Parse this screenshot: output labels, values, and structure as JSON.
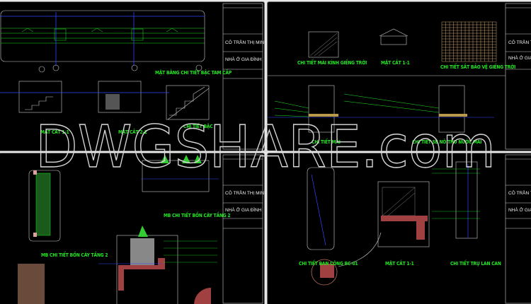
{
  "watermark": "DWGSHARE.com",
  "title_block": {
    "owner": "CÔ TRẦN THỊ MINH",
    "project": "NHÀ Ở GIA ĐÌNH"
  },
  "sheets": [
    {
      "labels": [
        "MẶT BẰNG CHI TIẾT BẬC TAM CẤP",
        "MẶT CẮT 1-1",
        "MẶT CẮT 2-2",
        "CHI TIẾT BẬC"
      ]
    },
    {
      "labels": [
        "CHI TIẾT MÁI KÍNH GIẾNG TRỜI",
        "MẶT CẮT 1-1",
        "CHI TIẾT SẮT BẢO VỆ GIẾNG TRỜI",
        "CHI TIẾT MÁI",
        "CHI TIẾT SÊ NÔ THU NƯỚC MÁI"
      ]
    },
    {
      "labels": [
        "MB CHI TIẾT BỒN CÂY TẦNG 2",
        "MB CHI TIẾT BỒN CÂY TẦNG 2"
      ]
    },
    {
      "labels": [
        "CHI TIẾT BAN CÔNG BC-01",
        "MẶT CẮT 1-1",
        "CHI TIẾT TRỤ LAN CAN"
      ]
    }
  ],
  "colors": {
    "background": "#000000",
    "label": "#22e822",
    "line": "#d8d8d8",
    "accent_blue": "#3344ff",
    "hatch": "#c05050"
  }
}
